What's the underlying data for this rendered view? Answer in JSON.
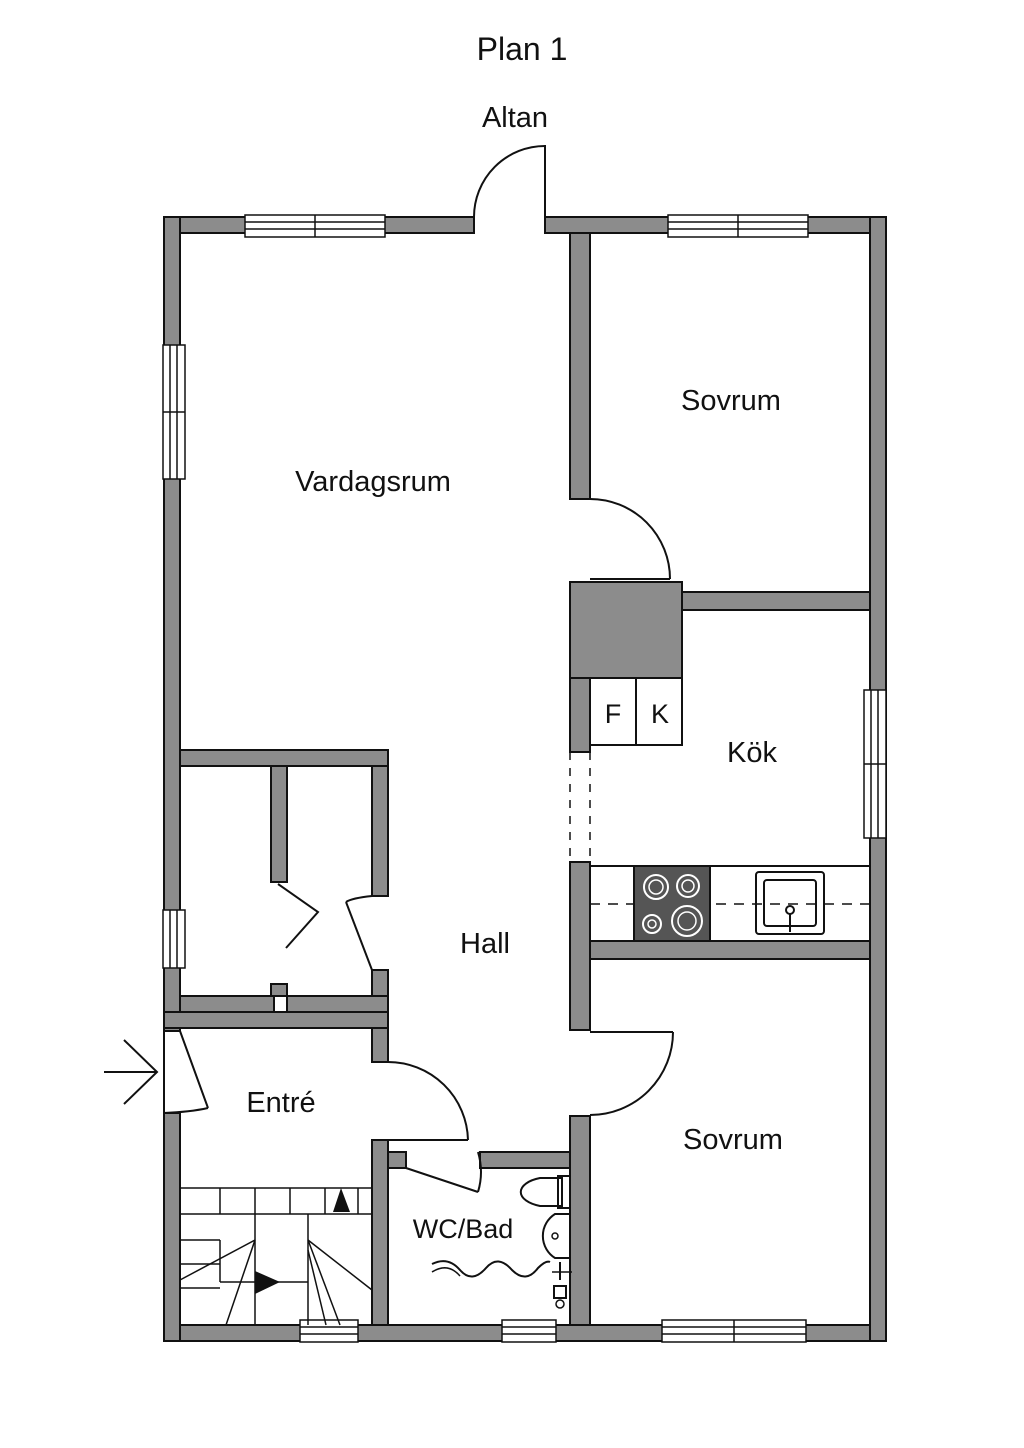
{
  "title": "Plan 1",
  "labels": {
    "altan": "Altan",
    "vardagsrum": "Vardagsrum",
    "sovrum_top": "Sovrum",
    "kok": "Kök",
    "fridge": "F",
    "freezer": "K",
    "hall": "Hall",
    "entre": "Entré",
    "sovrum_bottom": "Sovrum",
    "wc_bad": "WC/Bad"
  },
  "colors": {
    "wall": "#8c8c8c",
    "stove": "#555555",
    "line": "#111111"
  }
}
